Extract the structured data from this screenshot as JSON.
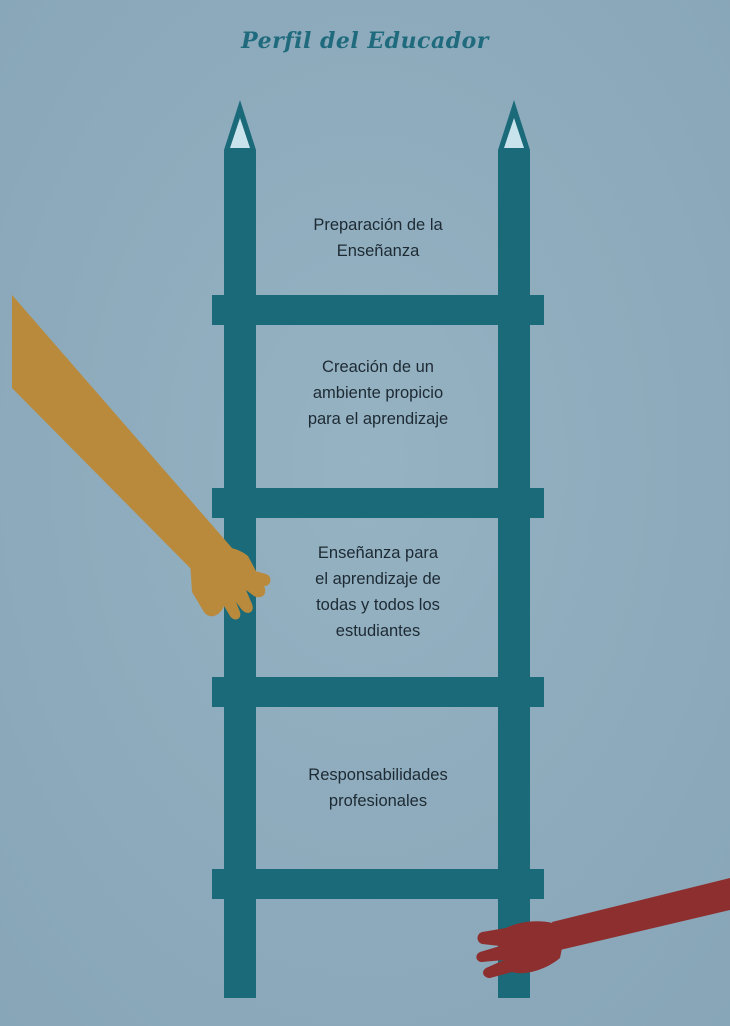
{
  "diagram": {
    "title": "Perfil del Educador",
    "steps": [
      {
        "lines": [
          "Preparación de la",
          "Enseñanza"
        ]
      },
      {
        "lines": [
          "Creación de un",
          "ambiente propicio",
          "para el aprendizaje"
        ]
      },
      {
        "lines": [
          "Enseñanza para",
          "el aprendizaje de",
          "todas y todos los",
          "estudiantes"
        ]
      },
      {
        "lines": [
          "Responsabilidades",
          "profesionales"
        ]
      }
    ]
  },
  "colors": {
    "background": "#8fadbe",
    "ladder": "#1a6a7a",
    "pencil_tip": "#c9e3ec",
    "left_arm": "#b98a3c",
    "right_arm": "#8e2f2f",
    "title": "#1f6b7d",
    "text": "#1d2a33"
  }
}
